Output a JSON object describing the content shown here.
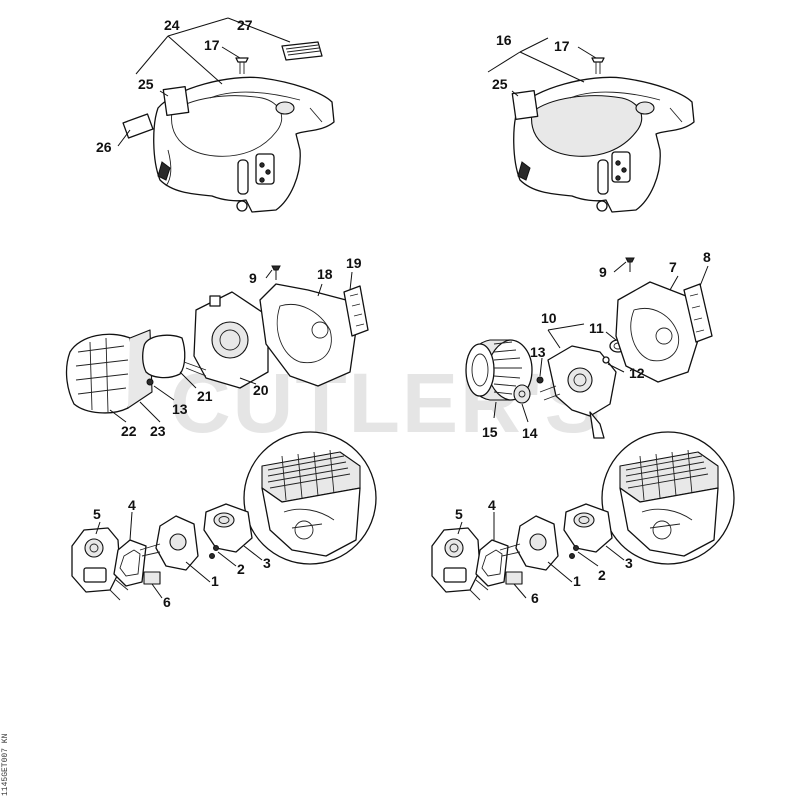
{
  "watermark": "CUTLER'S",
  "document_code": "1145GET007 KN",
  "groups": [
    {
      "id": "cover-left",
      "labels": [
        "24",
        "27",
        "17",
        "25",
        "26"
      ]
    },
    {
      "id": "cover-right",
      "labels": [
        "16",
        "17",
        "25"
      ]
    },
    {
      "id": "air-filter-left",
      "labels": [
        "9",
        "18",
        "19",
        "21",
        "13",
        "20",
        "22",
        "23"
      ]
    },
    {
      "id": "air-filter-right",
      "labels": [
        "9",
        "7",
        "8",
        "10",
        "11",
        "13",
        "12",
        "15",
        "14"
      ]
    },
    {
      "id": "carburetor-left",
      "labels": [
        "5",
        "4",
        "1",
        "2",
        "3",
        "6"
      ]
    },
    {
      "id": "carburetor-right",
      "labels": [
        "5",
        "4",
        "1",
        "2",
        "3",
        "6"
      ]
    }
  ]
}
